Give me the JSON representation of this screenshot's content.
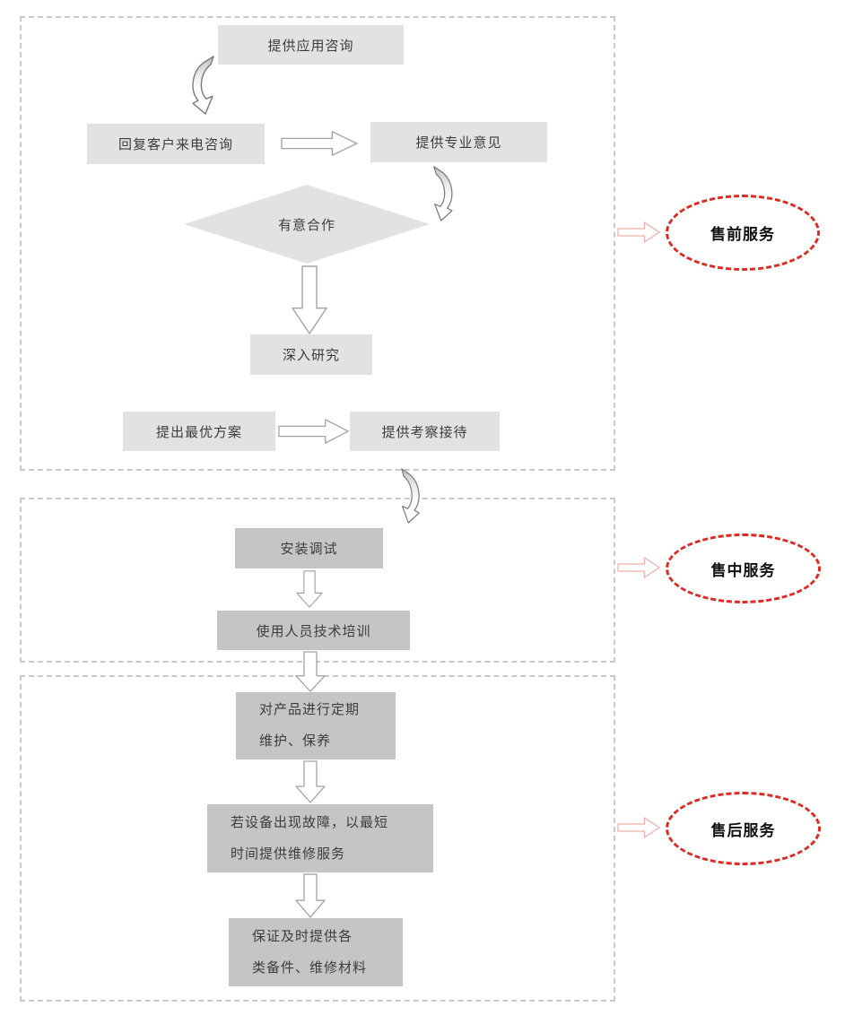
{
  "diagram": {
    "presale": {
      "consult": "提供应用咨询",
      "reply": "回复客户来电咨询",
      "advice": "提供专业意见",
      "decision": "有意合作",
      "research": "深入研究",
      "proposal": "提出最优方案",
      "reception": "提供考察接待",
      "badge": "售前服务"
    },
    "midsale": {
      "install": "安装调试",
      "training": "使用人员技术培训",
      "badge": "售中服务"
    },
    "aftersale": {
      "maintenance": [
        "对产品进行定期",
        "维护、保养"
      ],
      "repair": [
        "若设备出现故障，以最短",
        "时间提供维修服务"
      ],
      "spare": [
        "保证及时提供各",
        "类备件、维修材料"
      ],
      "badge": "售后服务"
    },
    "colors": {
      "light_box": "#e2e2e2",
      "dark_box": "#c5c5c5",
      "badge_border": "#dd2a22",
      "pointer_border": "#f0b0a8",
      "section_border": "#c9c9c9",
      "arrow_outline": "#a3a3a3"
    }
  }
}
